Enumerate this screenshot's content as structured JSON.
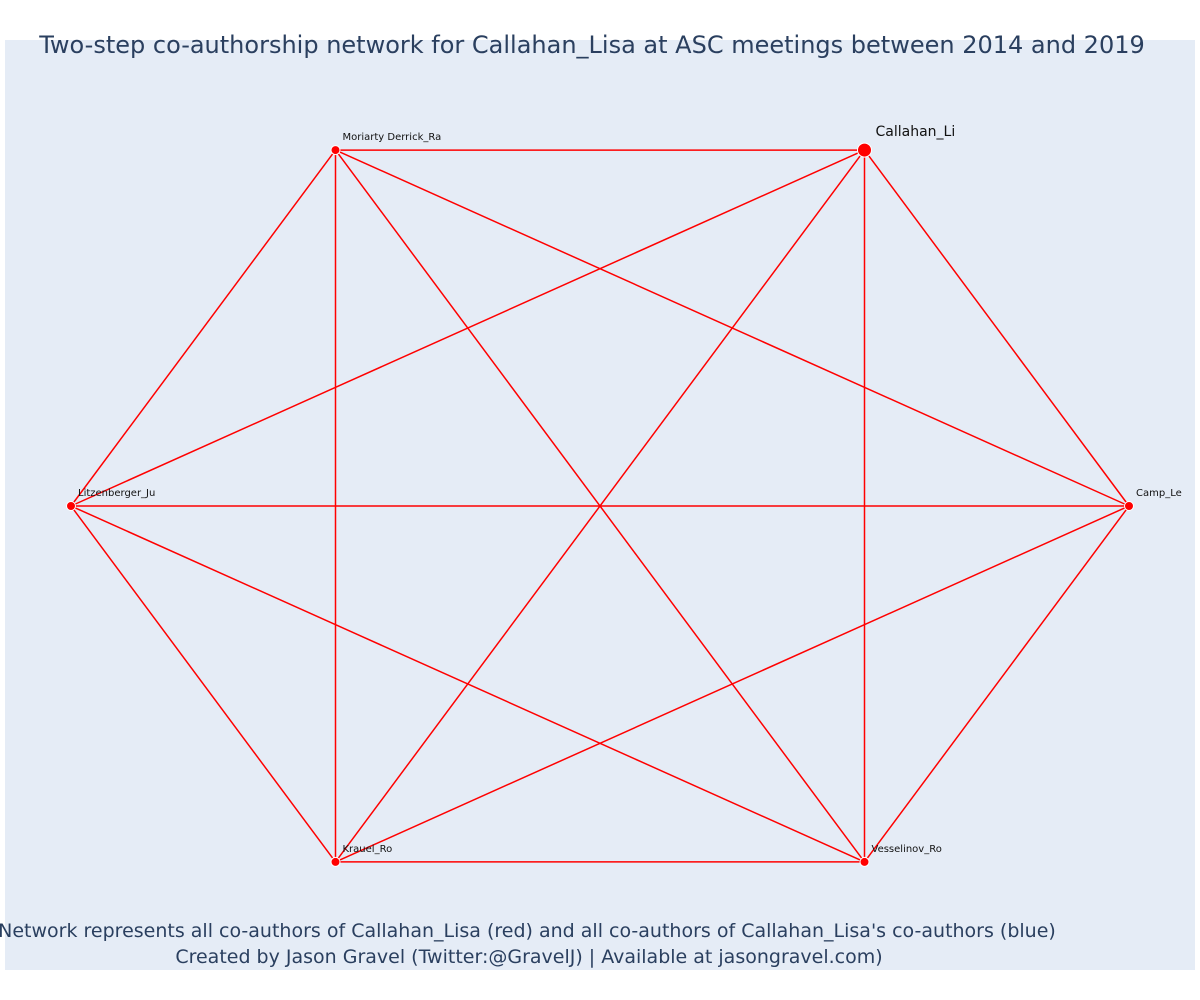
{
  "title": "Two-step co-authorship network for Callahan_Lisa at ASC meetings between 2014 and 2019",
  "caption": {
    "line1": "Network represents all co-authors of Callahan_Lisa (red) and all co-authors of Callahan_Lisa's co-authors (blue)",
    "line2": "Created by Jason Gravel (Twitter:@GravelJ) | Available at jasongravel.com)"
  },
  "colors": {
    "background": "#e5ecf6",
    "edge": "#ff0000",
    "node": "#ff0000",
    "node_outline": "#ffffff",
    "text": "#2a3f5f"
  },
  "network": {
    "nodes": [
      {
        "id": "callahan",
        "label": "Callahan_Li",
        "focal": true
      },
      {
        "id": "camp",
        "label": "Camp_Le",
        "focal": false
      },
      {
        "id": "vesselinov",
        "label": "Vesselinov_Ro",
        "focal": false
      },
      {
        "id": "krauel",
        "label": "Krauel_Ro",
        "focal": false
      },
      {
        "id": "litzenberger",
        "label": "Litzenberger_Ju",
        "focal": false
      },
      {
        "id": "moriarty",
        "label": "Moriarty Derrick_Ra",
        "focal": false
      }
    ],
    "edges": [
      [
        "callahan",
        "camp"
      ],
      [
        "callahan",
        "vesselinov"
      ],
      [
        "callahan",
        "krauel"
      ],
      [
        "callahan",
        "litzenberger"
      ],
      [
        "callahan",
        "moriarty"
      ],
      [
        "camp",
        "vesselinov"
      ],
      [
        "camp",
        "krauel"
      ],
      [
        "camp",
        "litzenberger"
      ],
      [
        "camp",
        "moriarty"
      ],
      [
        "vesselinov",
        "krauel"
      ],
      [
        "vesselinov",
        "litzenberger"
      ],
      [
        "vesselinov",
        "moriarty"
      ],
      [
        "krauel",
        "litzenberger"
      ],
      [
        "krauel",
        "moriarty"
      ],
      [
        "litzenberger",
        "moriarty"
      ]
    ]
  }
}
